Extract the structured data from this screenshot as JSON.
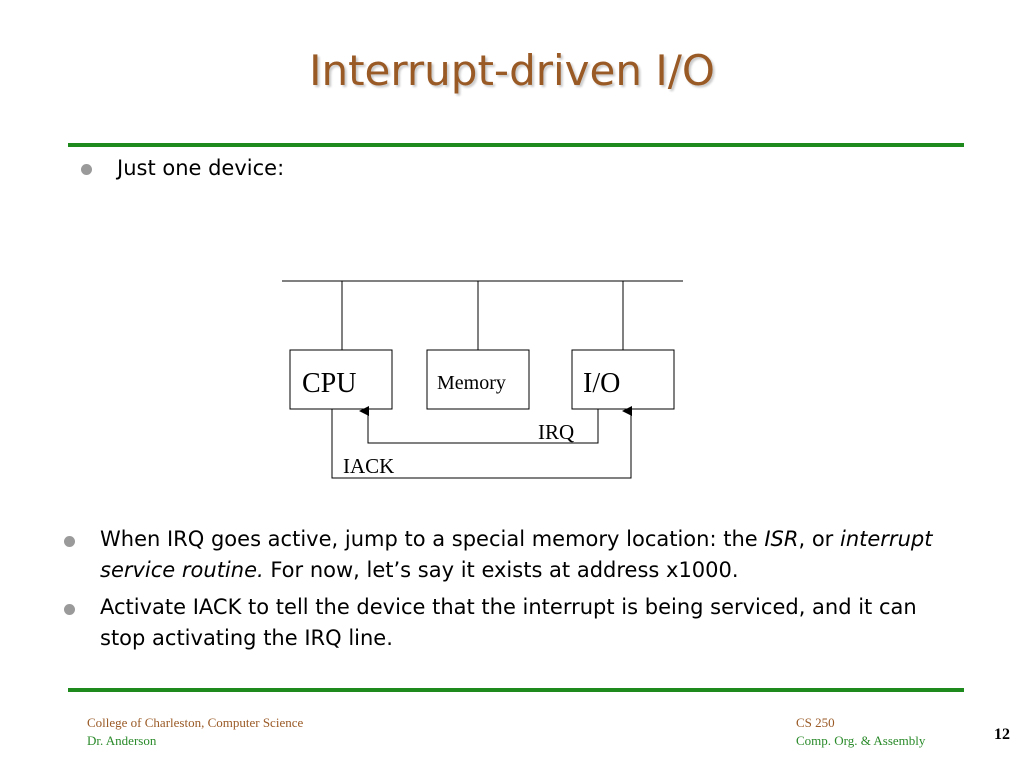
{
  "slide": {
    "title": "Interrupt-driven I/O",
    "bullet1": "Just one device:",
    "bullet2": {
      "part1": "When IRQ goes active, jump to a special memory location:  the ",
      "isr": "ISR",
      "part2": ", or ",
      "isr_full": "interrupt service routine.",
      "part3": "  For now, let’s say it exists at address x1000."
    },
    "bullet3": "Activate IACK to tell the device that the interrupt is being serviced, and it can stop activating the IRQ line."
  },
  "diagram": {
    "cpu_label": "CPU",
    "memory_label": "Memory",
    "io_label": "I/O",
    "irq_label": "IRQ",
    "iack_label": "IACK"
  },
  "footer": {
    "left_line1": "College of Charleston, Computer Science",
    "left_line2": "Dr. Anderson",
    "right_line1": "CS 250",
    "right_line2": "Comp. Org. & Assembly",
    "page_number": "12"
  },
  "colors": {
    "title": "#9a5a26",
    "rule": "#1e8a1e",
    "footer_left": "#9a5a26",
    "footer_green": "#2a8a2a"
  }
}
